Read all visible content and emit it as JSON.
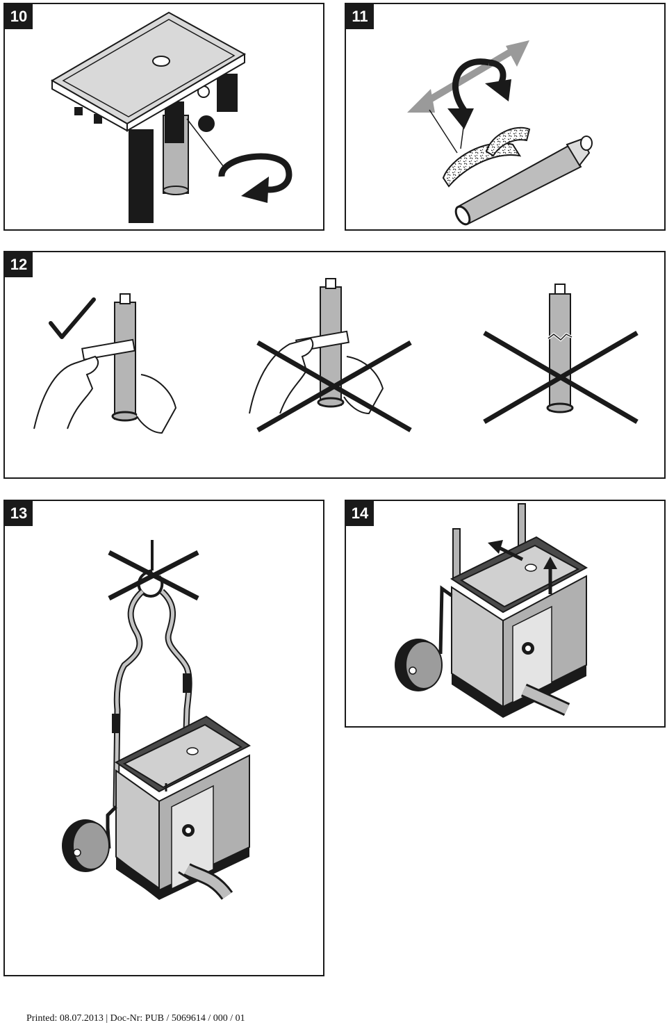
{
  "panels": [
    {
      "number": "10"
    },
    {
      "number": "11"
    },
    {
      "number": "12"
    },
    {
      "number": "13"
    },
    {
      "number": "14"
    }
  ],
  "footer": {
    "text": "Printed: 08.07.2013 | Doc-Nr: PUB / 5069614 / 000 / 01"
  },
  "colors": {
    "ink": "#1a1a1a",
    "grey": "#a9a9a9",
    "light": "#d4d4d4",
    "arrow_grey": "#9a9a9a"
  }
}
